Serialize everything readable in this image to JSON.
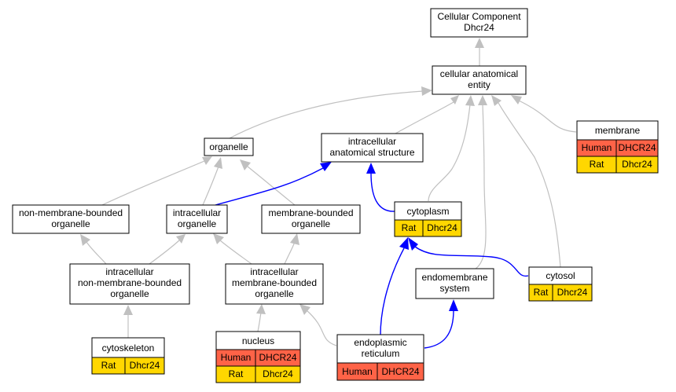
{
  "colors": {
    "human": "#FF6347",
    "rat": "#FFD700",
    "is_a_edge": "#c0c0c0",
    "part_of_edge": "#0000ff"
  },
  "nodes": {
    "root": {
      "lines": [
        "Cellular Component",
        "Dhcr24"
      ]
    },
    "cae": {
      "lines": [
        "cellular anatomical",
        "entity"
      ]
    },
    "organelle": {
      "lines": [
        "organelle"
      ]
    },
    "ias": {
      "lines": [
        "intracellular",
        "anatomical structure"
      ]
    },
    "membrane": {
      "lines": [
        "membrane"
      ],
      "rows": [
        [
          "Human",
          "DHCR24"
        ],
        [
          "Rat",
          "Dhcr24"
        ]
      ]
    },
    "nmbo": {
      "lines": [
        "non-membrane-bounded",
        "organelle"
      ]
    },
    "io": {
      "lines": [
        "intracellular",
        "organelle"
      ]
    },
    "mbo": {
      "lines": [
        "membrane-bounded",
        "organelle"
      ]
    },
    "cytoplasm": {
      "lines": [
        "cytoplasm"
      ],
      "rows": [
        [
          "Rat",
          "Dhcr24"
        ]
      ]
    },
    "inmbo": {
      "lines": [
        "intracellular",
        "non-membrane-bounded",
        "organelle"
      ]
    },
    "imbo": {
      "lines": [
        "intracellular",
        "membrane-bounded",
        "organelle"
      ]
    },
    "endomembrane": {
      "lines": [
        "endomembrane",
        "system"
      ]
    },
    "cytosol": {
      "lines": [
        "cytosol"
      ],
      "rows": [
        [
          "Rat",
          "Dhcr24"
        ]
      ]
    },
    "cytoskeleton": {
      "lines": [
        "cytoskeleton"
      ],
      "rows": [
        [
          "Rat",
          "Dhcr24"
        ]
      ]
    },
    "nucleus": {
      "lines": [
        "nucleus"
      ],
      "rows": [
        [
          "Human",
          "DHCR24"
        ],
        [
          "Rat",
          "Dhcr24"
        ]
      ]
    },
    "er": {
      "lines": [
        "endoplasmic",
        "reticulum"
      ],
      "rows": [
        [
          "Human",
          "DHCR24"
        ]
      ]
    }
  },
  "edges": [
    {
      "from": "cae",
      "to": "root",
      "relation": "is_a"
    },
    {
      "from": "organelle",
      "to": "cae",
      "relation": "is_a"
    },
    {
      "from": "ias",
      "to": "cae",
      "relation": "is_a"
    },
    {
      "from": "membrane",
      "to": "cae",
      "relation": "is_a"
    },
    {
      "from": "cytoplasm",
      "to": "cae",
      "relation": "is_a"
    },
    {
      "from": "endomembrane",
      "to": "cae",
      "relation": "is_a"
    },
    {
      "from": "cytosol",
      "to": "cae",
      "relation": "is_a"
    },
    {
      "from": "nmbo",
      "to": "organelle",
      "relation": "is_a"
    },
    {
      "from": "io",
      "to": "organelle",
      "relation": "is_a"
    },
    {
      "from": "mbo",
      "to": "organelle",
      "relation": "is_a"
    },
    {
      "from": "io",
      "to": "ias",
      "relation": "part_of"
    },
    {
      "from": "cytoplasm",
      "to": "ias",
      "relation": "part_of"
    },
    {
      "from": "inmbo",
      "to": "nmbo",
      "relation": "is_a"
    },
    {
      "from": "inmbo",
      "to": "io",
      "relation": "is_a"
    },
    {
      "from": "imbo",
      "to": "io",
      "relation": "is_a"
    },
    {
      "from": "imbo",
      "to": "mbo",
      "relation": "is_a"
    },
    {
      "from": "cytosol",
      "to": "cytoplasm",
      "relation": "part_of"
    },
    {
      "from": "er",
      "to": "cytoplasm",
      "relation": "part_of"
    },
    {
      "from": "cytoskeleton",
      "to": "inmbo",
      "relation": "is_a"
    },
    {
      "from": "nucleus",
      "to": "imbo",
      "relation": "is_a"
    },
    {
      "from": "er",
      "to": "imbo",
      "relation": "is_a"
    },
    {
      "from": "er",
      "to": "endomembrane",
      "relation": "part_of"
    }
  ]
}
